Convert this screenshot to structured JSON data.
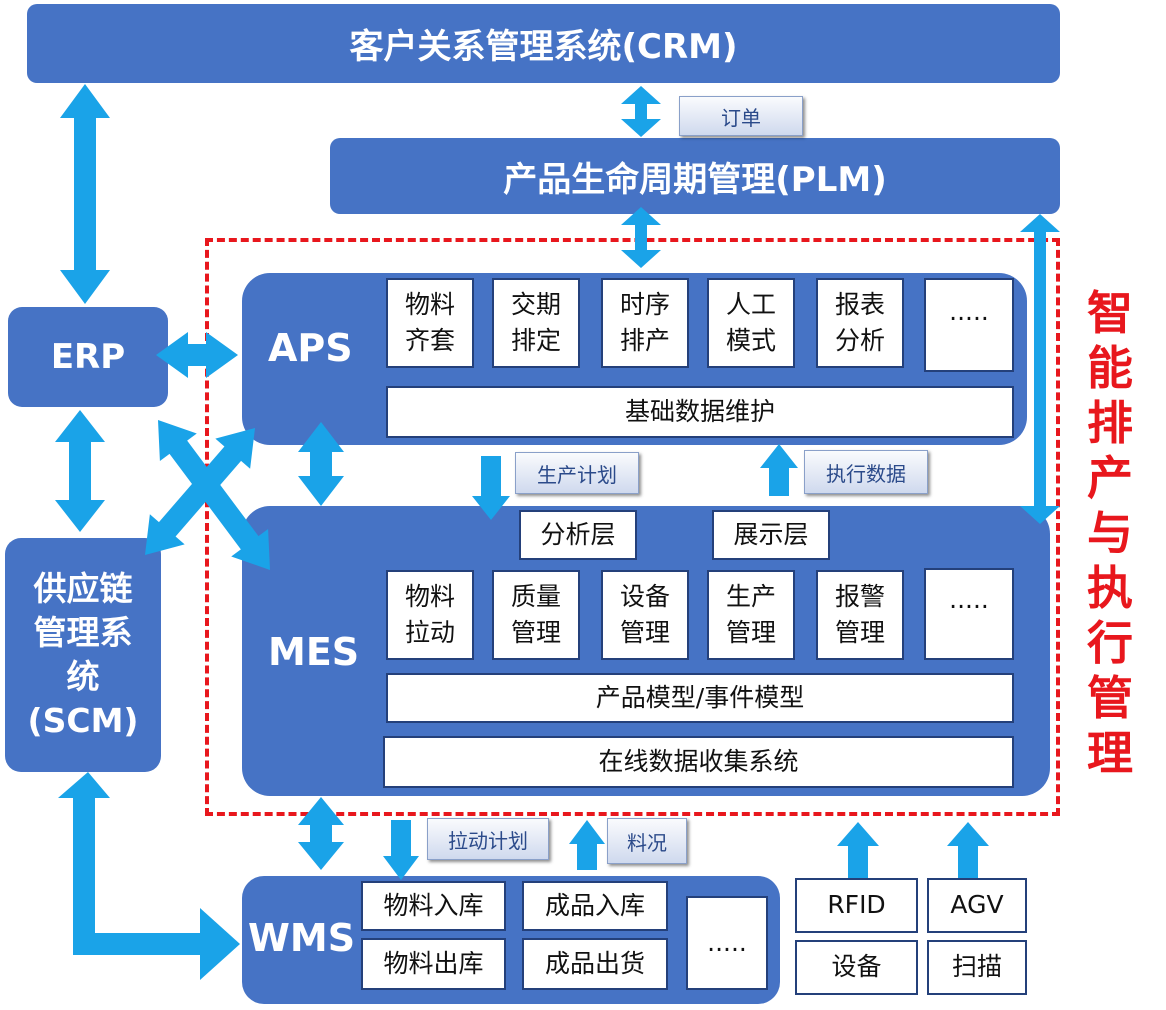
{
  "crm": "客户关系管理系统(CRM)",
  "plm": "产品生命周期管理(PLM)",
  "erp": "ERP",
  "scm": [
    "供应链",
    "管理系",
    "统",
    "(SCM)"
  ],
  "aps": {
    "title": "APS",
    "modules": [
      [
        "物料",
        "齐套"
      ],
      [
        "交期",
        "排定"
      ],
      [
        "时序",
        "排产"
      ],
      [
        "人工",
        "模式"
      ],
      [
        "报表",
        "分析"
      ],
      [
        "....."
      ]
    ],
    "base": "基础数据维护"
  },
  "mes": {
    "title": "MES",
    "layers": [
      "分析层",
      "展示层"
    ],
    "modules": [
      [
        "物料",
        "拉动"
      ],
      [
        "质量",
        "管理"
      ],
      [
        "设备",
        "管理"
      ],
      [
        "生产",
        "管理"
      ],
      [
        "报警",
        "管理"
      ],
      [
        "....."
      ]
    ],
    "model": "产品模型/事件模型",
    "collect": "在线数据收集系统"
  },
  "wms": {
    "title": "WMS",
    "items": [
      "物料入库",
      "成品入库",
      "物料出库",
      "成品出货"
    ],
    "more": "....."
  },
  "devices": [
    "RFID",
    "AGV",
    "设备",
    "扫描"
  ],
  "tags": {
    "order": "订单",
    "plan": "生产计划",
    "exec": "执行数据",
    "pull": "拉动计划",
    "material": "料况"
  },
  "side_label": [
    "智",
    "能",
    "排",
    "产",
    "与",
    "执",
    "行",
    "管",
    "理"
  ],
  "colors": {
    "system_blue": "#4673c5",
    "arrow_blue": "#1aa3e8",
    "dashed_red": "#e8171d",
    "box_border": "#24407a"
  }
}
